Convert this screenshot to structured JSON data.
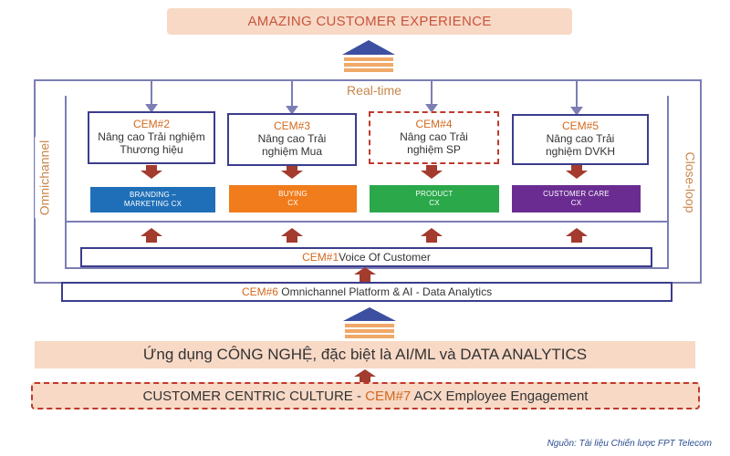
{
  "top_banner": "AMAZING CUSTOMER EXPERIENCE",
  "realtime_label": "Real-time",
  "omnichannel_label": "Omnichannel",
  "closeloop_label": "Close-loop",
  "cem_boxes": [
    {
      "code": "CEM#2",
      "desc": "Nâng cao Trải nghiệm Thương hiệu"
    },
    {
      "code": "CEM#3",
      "desc": "Nâng cao Trải nghiệm Mua"
    },
    {
      "code": "CEM#4",
      "desc": "Nâng cao Trải nghiệm SP"
    },
    {
      "code": "CEM#5",
      "desc": "Nâng cao Trải nghiệm DVKH"
    }
  ],
  "cx_bars": [
    {
      "line1": "BRANDING –",
      "line2": "MARKETING CX",
      "color": "#1f6fb8"
    },
    {
      "line1": "BUYING",
      "line2": "CX",
      "color": "#f07c1c"
    },
    {
      "line1": "PRODUCT",
      "line2": "CX",
      "color": "#2aa84a"
    },
    {
      "line1": "CUSTOMER CARE",
      "line2": "CX",
      "color": "#6a2c91"
    }
  ],
  "cem1": {
    "code": "CEM#1",
    "text": "Voice Of Customer"
  },
  "cem6": {
    "code": "CEM#6",
    "text": "Omnichannel Platform & AI - Data Analytics"
  },
  "tech_banner": "Ứng dụng CÔNG NGHỆ, đặc biệt là AI/ML và DATA ANALYTICS",
  "culture": {
    "prefix": "CUSTOMER CENTRIC CULTURE - ",
    "code": "CEM#7",
    "suffix": " ACX Employee Engagement"
  },
  "source_note": "Nguồn: Tài liệu Chiến lược FPT Telecom",
  "colors": {
    "banner_bg": "#f7d9c6",
    "frame": "#7c7eb4",
    "arrow": "#a33b2e",
    "pyramid_top": "#3d4fa0",
    "pyramid_stripe": "#f0a868"
  }
}
